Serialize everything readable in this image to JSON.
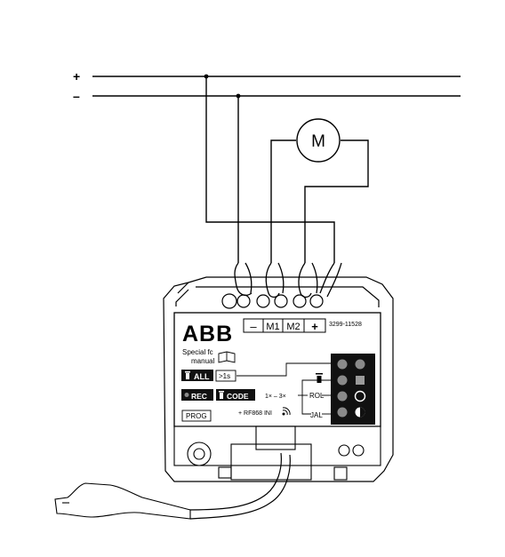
{
  "rails": {
    "plus": "+",
    "minus": "–"
  },
  "motor": {
    "label": "M"
  },
  "device": {
    "brand": "ABB",
    "terminals": [
      "–",
      "M1",
      "M2",
      "+"
    ],
    "part_number": "3299-11528",
    "special_fc": "Special fc",
    "manual": "manual",
    "all_label": "ALL",
    "hold_label": ">1s",
    "rec_label": "REC",
    "code_label": "CODE",
    "count_label": "1× – 3×",
    "rol_label": "ROL",
    "jal_label": "JAL",
    "rf_label": "+ RF868 INI",
    "prog_label": "PROG"
  },
  "icons": [
    "trash-icon",
    "book-icon",
    "rf-signal-icon",
    "led-indicator-icon"
  ],
  "colors": {
    "line": "#000000",
    "panel": "#111111",
    "led_gray": "#8a8a8a"
  }
}
